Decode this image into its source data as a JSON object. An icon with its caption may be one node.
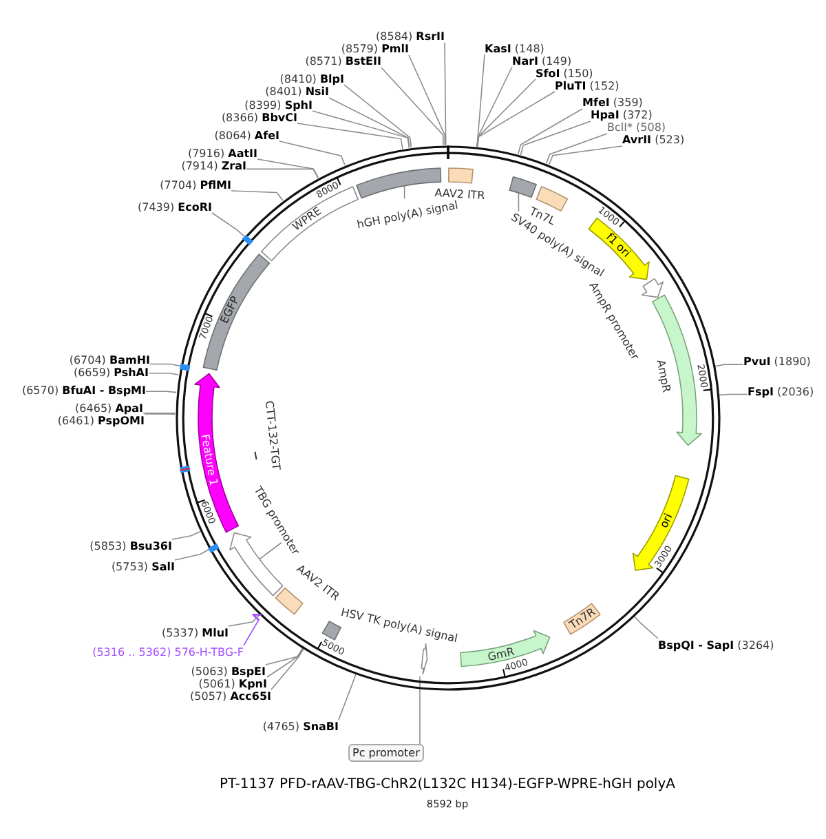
{
  "diagram": {
    "title": "PT-1137 PFD-rAAV-TBG-ChR2(L132C H134)-EGFP-WPRE-hGH polyA",
    "caption": "8592 bp",
    "nodes": [
      {
        "text": [],
        "shape": "circle"
      },
      {
        "text": [
          "**KasI** (148)"
        ]
      },
      {
        "text": [
          "**NarI** (149)"
        ]
      },
      {
        "text": [
          "**SfoI** (150)"
        ]
      },
      {
        "text": [
          "**PluTI** (152)"
        ]
      },
      {
        "text": [
          "**MfeI** (359)"
        ]
      },
      {
        "text": [
          "**HpaI** (372)"
        ]
      },
      {
        "text": [
          "BclI* (508)"
        ]
      },
      {
        "text": [
          "**AvrII** (523)"
        ]
      },
      {
        "text": [
          "**PvuI** (1890)"
        ]
      },
      {
        "text": [
          "**FspI** (2036)"
        ]
      },
      {
        "text": [
          "**BspQI - SapI** (3264)"
        ]
      },
      {
        "text": [
          "(4765) **SnaBI**"
        ]
      },
      {
        "text": [
          "(5057) **Acc65I**"
        ]
      },
      {
        "text": [
          "(5061) **KpnI**"
        ]
      },
      {
        "text": [
          "(5063) **BspEI**"
        ]
      },
      {
        "text": [
          "(5337) **MluI**"
        ]
      },
      {
        "text": [
          "(5753) **SalI**"
        ]
      },
      {
        "text": [
          "(5853) **Bsu36I**"
        ]
      },
      {
        "text": [
          "(6461) **PspOMI**"
        ]
      },
      {
        "text": [
          "(6465) **ApaI**"
        ]
      },
      {
        "text": [
          "(6570) **BfuAI - BspMI**"
        ]
      },
      {
        "text": [
          "(6659) **PshAI**"
        ]
      },
      {
        "text": [
          "(6704) **BamHI**"
        ]
      },
      {
        "text": [
          "(7439) **EcoRI**"
        ]
      },
      {
        "text": [
          "(7704) **PflMI**"
        ]
      },
      {
        "text": [
          "(7914) **ZraI**"
        ]
      },
      {
        "text": [
          "(7916) **AatII**"
        ]
      },
      {
        "text": [
          "(8064) **AfeI**"
        ]
      },
      {
        "text": [
          "(8366) **BbvCI**"
        ]
      },
      {
        "text": [
          "(8399) **SphI**"
        ]
      },
      {
        "text": [
          "(8401) **NsiI**"
        ]
      },
      {
        "text": [
          "(8410) **BlpI**"
        ]
      },
      {
        "text": [
          "(8571) **BstEII**"
        ]
      },
      {
        "text": [
          "(8579) **PmlI**"
        ]
      },
      {
        "text": [
          "(8584) **RsrII**"
        ]
      },
      {
        "text": [
          "(5316 .. 5362) 576-H-TBG-F"
        ]
      },
      {
        "text": [],
        "shape": "arrow"
      },
      {
        "text": [],
        "shape": "box",
        "in": 0
      },
      {
        "text": [],
        "shape": "box",
        "in": 0
      },
      {
        "text": [],
        "shape": "arrow",
        "in": 0
      },
      {
        "text": [],
        "shape": "arrow",
        "in": 0
      },
      {
        "text": [],
        "shape": "box",
        "beside": [
          "AAV2 ITR"
        ],
        "in": 0
      },
      {
        "text": [],
        "shape": "box",
        "beside": [
          "Tn7L"
        ],
        "in": 0
      },
      {
        "text": [
          "f1 ori"
        ],
        "in": 0
      },
      {
        "text": [],
        "shape": "arrow",
        "beside": [
          "AmpR promoter"
        ],
        "in": 0
      },
      {
        "text": [],
        "shape": "arrow",
        "beside": [
          "AmpR"
        ],
        "in": 0
      },
      {
        "text": [
          "ori"
        ],
        "in": 0
      },
      {
        "text": [
          "Tn7R"
        ],
        "in": 0
      },
      {
        "text": [
          "GmR"
        ],
        "in": 0
      },
      {
        "text": [],
        "shape": "box",
        "beside": [
          "HSV TK poly(A) signal"
        ],
        "in": 0
      },
      {
        "text": [],
        "shape": "box",
        "beside": [
          "AAV2 ITR"
        ],
        "in": 0
      },
      {
        "text": [
          "Feature 1"
        ],
        "in": 0
      },
      {
        "text": [
          "EGFP"
        ],
        "in": 0
      },
      {
        "text": [
          "WPRE"
        ],
        "in": 0
      },
      {
        "text": [],
        "shape": "bar",
        "beside": [
          "CTT-132-TGT"
        ],
        "in": 0
      },
      {
        "text": [
          "SV40 poly(A) signal"
        ],
        "in": 0
      },
      {
        "text": [
          "Pc promoter"
        ]
      },
      {
        "text": [
          "TBG promoter"
        ],
        "in": 0
      },
      {
        "text": [
          "hGH poly(A) signal"
        ],
        "in": 0
      }
    ],
    "edges": [
      {
        "from": 1,
        "to": 0,
        "arrow": "none"
      },
      {
        "from": 2,
        "to": 0,
        "arrow": "none"
      },
      {
        "from": 3,
        "to": 0,
        "arrow": "none"
      },
      {
        "from": 4,
        "to": 0,
        "arrow": "none"
      },
      {
        "from": 5,
        "to": 0,
        "arrow": "none"
      },
      {
        "from": 6,
        "to": 0,
        "arrow": "none"
      },
      {
        "from": 7,
        "to": 0,
        "arrow": "none"
      },
      {
        "from": 8,
        "to": 0,
        "arrow": "none"
      },
      {
        "from": 9,
        "to": 0,
        "arrow": "none"
      },
      {
        "from": 10,
        "to": 0,
        "arrow": "none"
      },
      {
        "from": 11,
        "to": 0,
        "arrow": "none"
      },
      {
        "from": 12,
        "to": 0,
        "arrow": "none"
      },
      {
        "from": 13,
        "to": 0,
        "arrow": "none"
      },
      {
        "from": 14,
        "to": 0,
        "arrow": "none"
      },
      {
        "from": 15,
        "to": 0,
        "arrow": "none"
      },
      {
        "from": 16,
        "to": 0,
        "arrow": "none"
      },
      {
        "from": 17,
        "to": 0,
        "arrow": "none"
      },
      {
        "from": 18,
        "to": 0,
        "arrow": "none"
      },
      {
        "from": 19,
        "to": 0,
        "arrow": "none"
      },
      {
        "from": 20,
        "to": 0,
        "arrow": "none"
      },
      {
        "from": 21,
        "to": 0,
        "arrow": "none"
      },
      {
        "from": 22,
        "to": 0,
        "arrow": "none"
      },
      {
        "from": 23,
        "to": 0,
        "arrow": "none"
      },
      {
        "from": 24,
        "to": 0,
        "arrow": "none"
      },
      {
        "from": 25,
        "to": 0,
        "arrow": "none"
      },
      {
        "from": 26,
        "to": 0,
        "arrow": "none"
      },
      {
        "from": 27,
        "to": 0,
        "arrow": "none"
      },
      {
        "from": 28,
        "to": 0,
        "arrow": "none"
      },
      {
        "from": 29,
        "to": 0,
        "arrow": "none"
      },
      {
        "from": 30,
        "to": 0,
        "arrow": "none"
      },
      {
        "from": 31,
        "to": 0,
        "arrow": "none"
      },
      {
        "from": 32,
        "to": 0,
        "arrow": "none"
      },
      {
        "from": 33,
        "to": 0,
        "arrow": "none"
      },
      {
        "from": 34,
        "to": 0,
        "arrow": "none"
      },
      {
        "from": 35,
        "to": 0,
        "arrow": "none"
      },
      {
        "from": 36,
        "to": 37,
        "arrow": "none",
        "color": "#a64dff"
      },
      {
        "from": 56,
        "to": 39,
        "arrow": "none"
      },
      {
        "from": 57,
        "to": 41,
        "arrow": "none"
      },
      {
        "from": 58,
        "to": 40,
        "arrow": "none"
      },
      {
        "from": 59,
        "to": 38,
        "arrow": "none"
      }
    ],
    "labels": [
      "1000",
      "2000",
      "3000",
      "4000",
      "5000",
      "6000",
      "7000",
      "8000"
    ]
  }
}
